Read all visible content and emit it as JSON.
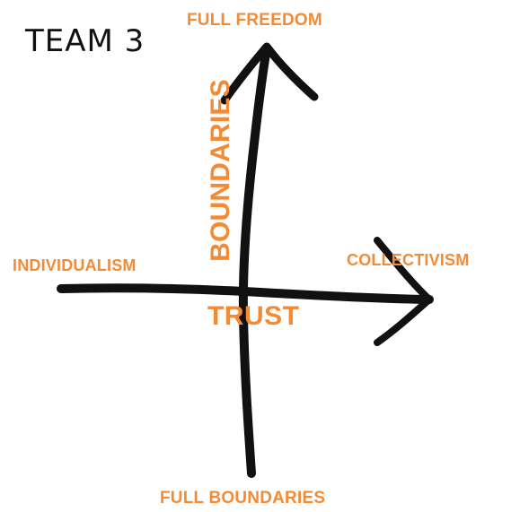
{
  "title": "TEAM 3",
  "labels": {
    "top": "FULL FREEDOM",
    "bottom": "FULL BOUNDARIES",
    "left": "INDIVIDUALISM",
    "right": "COLLECTIVISM",
    "vertical_axis": "BOUNDARIES",
    "center": "TRUST"
  },
  "colors": {
    "label": "#f58a35",
    "ink": "#111111",
    "background": "#ffffff"
  }
}
